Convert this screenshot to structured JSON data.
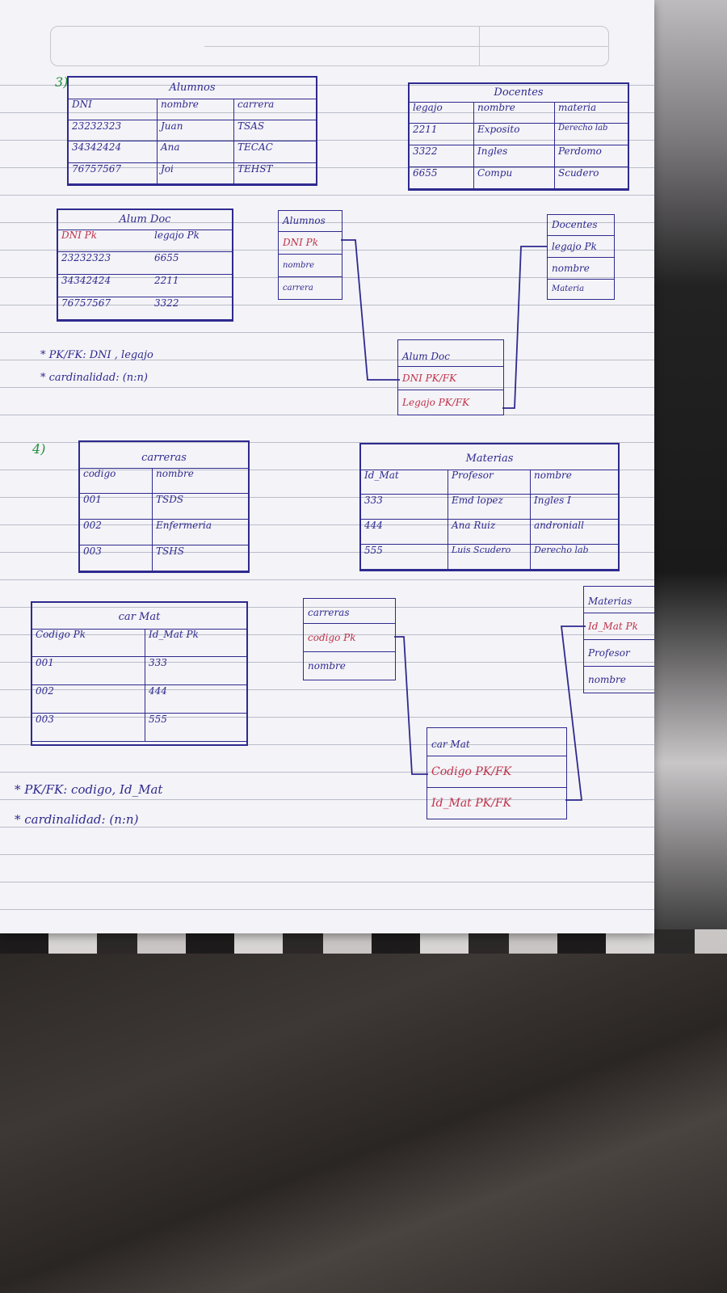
{
  "sections": [
    {
      "number": "3)",
      "tables": [
        {
          "id": "alumnos",
          "title": "Alumnos",
          "headers": [
            "DNI",
            "nombre",
            "carrera"
          ],
          "rows": [
            [
              "23232323",
              "Juan",
              "TSAS"
            ],
            [
              "34342424",
              "Ana",
              "TECAC"
            ],
            [
              "76757567",
              "Joi",
              "TEHST"
            ]
          ]
        },
        {
          "id": "docentes",
          "title": "Docentes",
          "headers": [
            "legajo",
            "nombre",
            "materia"
          ],
          "rows": [
            [
              "2211",
              "Exposito",
              "Derecho lab"
            ],
            [
              "3322",
              "Ingles",
              "Perdomo"
            ],
            [
              "6655",
              "Compu",
              "Scudero"
            ]
          ]
        },
        {
          "id": "alumdoc",
          "title": "Alum Doc",
          "headers": [
            "DNI Pk",
            "legajo Pk"
          ],
          "rows": [
            [
              "23232323",
              "6655"
            ],
            [
              "34342424",
              "2211"
            ],
            [
              "76757567",
              "3322"
            ]
          ]
        }
      ],
      "entities": [
        {
          "id": "ent-alumnos",
          "fields": [
            "Alumnos",
            "DNI Pk",
            "nombre",
            "carrera"
          ]
        },
        {
          "id": "ent-docentes",
          "fields": [
            "Docentes",
            "legajo Pk",
            "nombre",
            "Materia"
          ]
        },
        {
          "id": "ent-alumdoc",
          "fields": [
            "Alum Doc",
            "DNI PK/FK",
            "Legajo PK/FK"
          ]
        }
      ],
      "notes": [
        "* PK/FK: DNI , legajo",
        "* cardinalidad: (n:n)"
      ]
    },
    {
      "number": "4)",
      "tables": [
        {
          "id": "carreras",
          "title": "carreras",
          "headers": [
            "codigo",
            "nombre"
          ],
          "rows": [
            [
              "001",
              "TSDS"
            ],
            [
              "002",
              "Enfermeria"
            ],
            [
              "003",
              "TSHS"
            ]
          ]
        },
        {
          "id": "materias",
          "title": "Materias",
          "headers": [
            "Id_Mat",
            "Profesor",
            "nombre"
          ],
          "rows": [
            [
              "333",
              "Emd lopez",
              "Ingles I"
            ],
            [
              "444",
              "Ana Ruiz",
              "androniall"
            ],
            [
              "555",
              "Luis Scudero",
              "Derecho lab"
            ]
          ]
        },
        {
          "id": "carmat",
          "title": "car Mat",
          "headers": [
            "Codigo Pk",
            "Id_Mat Pk"
          ],
          "rows": [
            [
              "001",
              "333"
            ],
            [
              "002",
              "444"
            ],
            [
              "003",
              "555"
            ]
          ]
        }
      ],
      "entities": [
        {
          "id": "ent-carreras",
          "fields": [
            "carreras",
            "codigo Pk",
            "nombre"
          ]
        },
        {
          "id": "ent-materias",
          "fields": [
            "Materias",
            "Id_Mat Pk",
            "Profesor",
            "nombre"
          ]
        },
        {
          "id": "ent-carmat",
          "fields": [
            "car Mat",
            "Codigo PK/FK",
            "Id_Mat PK/FK"
          ]
        }
      ],
      "notes": [
        "* PK/FK: codigo, Id_Mat",
        "* cardinalidad: (n:n)"
      ]
    }
  ],
  "colors": {
    "ink": "#2e2a8f",
    "red_ink": "#c0314a",
    "green_ink": "#1f8f3a"
  }
}
